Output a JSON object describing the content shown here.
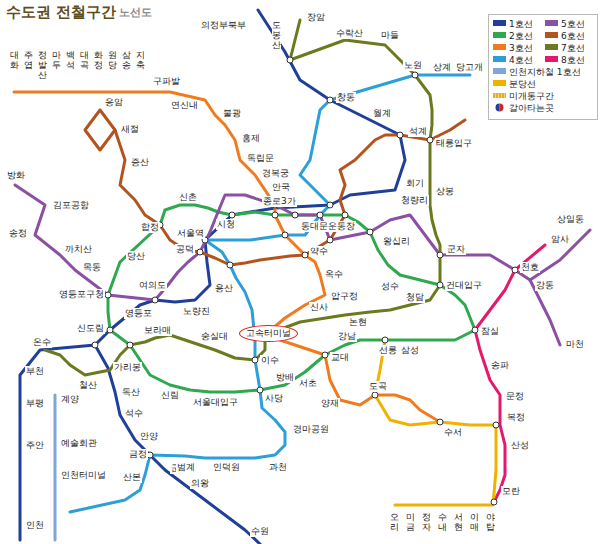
{
  "diagram": {
    "title": "수도권 전철구간",
    "nodes": [
      {
        "text": [
          "고속터미널"
        ]
      }
    ],
    "labels": [
      "노선도",
      "의정부북부",
      "장암",
      "도봉산",
      "수락산",
      "마들",
      "노원",
      "상계",
      "당고개",
      "창동",
      "월계",
      "석계",
      "태릉입구",
      "회기",
      "상봉",
      "청량리",
      "대화",
      "주엽",
      "정발산",
      "마두",
      "백석",
      "대곡",
      "화정",
      "원당",
      "삼송",
      "지축",
      "구파발",
      "연신내",
      "불광",
      "홍제",
      "독립문",
      "경복궁",
      "안국",
      "종로3가",
      "응암",
      "새절",
      "증산",
      "방화",
      "김포공항",
      "송정",
      "까치산",
      "목동",
      "신촌",
      "합정",
      "서울역",
      "시청",
      "공덕",
      "당산",
      "영등포구청",
      "여의도",
      "용산",
      "노량진",
      "영등포",
      "신도림",
      "동대문운동장",
      "약수",
      "옥수",
      "왕십리",
      "성수",
      "건대입구",
      "군자",
      "암사",
      "천호",
      "강동",
      "상일동",
      "마천",
      "압구정",
      "신사",
      "청담",
      "논현",
      "강남",
      "선릉",
      "삼성",
      "잠실",
      "송파",
      "문정",
      "복정",
      "산성",
      "모란",
      "교대",
      "이수",
      "방배",
      "서초",
      "사당",
      "양재",
      "도곡",
      "수서",
      "숭실대",
      "보라매",
      "서울대입구",
      "신림",
      "온수",
      "철산",
      "가리봉",
      "독산",
      "석수",
      "안양",
      "금정",
      "산본",
      "군포",
      "의왕",
      "수원",
      "경마공원",
      "과천",
      "인덕원",
      "범계",
      "부천",
      "부평",
      "주안",
      "인천",
      "계양",
      "예술회관",
      "인천터미널",
      "오리",
      "미금",
      "정자",
      "수내",
      "서현",
      "이매",
      "야탑"
    ],
    "legend": [
      {
        "text": "1호선",
        "color": "#1f3f9a"
      },
      {
        "text": "2호선",
        "color": "#2fa84f"
      },
      {
        "text": "3호선",
        "color": "#ef7b1e"
      },
      {
        "text": "4호선",
        "color": "#2c9fd9"
      },
      {
        "text": "5호선",
        "color": "#8b50a4"
      },
      {
        "text": "6호선",
        "color": "#b3541e"
      },
      {
        "text": "7호선",
        "color": "#6b7a1d"
      },
      {
        "text": "8호선",
        "color": "#e5196b"
      },
      {
        "text": "인천지하철 1호선",
        "color": "#7ea6d6"
      },
      {
        "text": "분당선",
        "color": "#f0b100"
      },
      {
        "text": "미개통구간"
      },
      {
        "text": "갈아타는곳"
      }
    ]
  }
}
